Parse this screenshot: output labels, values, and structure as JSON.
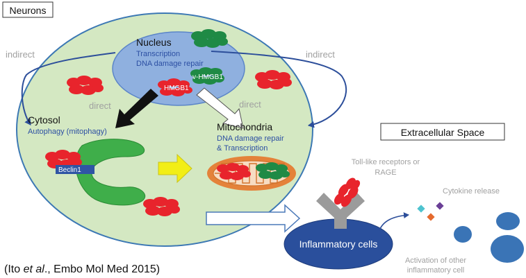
{
  "labels": {
    "neurons": "Neurons",
    "extracellular": "Extracellular Space",
    "nucleus": "Nucleus",
    "nucleus_line1": "Transcription",
    "nucleus_line2": "DNA damage repair",
    "indirect_left": "indirect",
    "indirect_right": "indirect",
    "direct_left": "direct",
    "direct_right": "direct",
    "hmgb1": "HMGB1",
    "v_hmgb1": "v-HMGB1",
    "cytosol": "Cytosol",
    "cytosol_sub": "Autophagy (mitophagy)",
    "beclin": "Beclin1",
    "mito": "Mitochondria",
    "mito_sub1": "DNA damage repair",
    "mito_sub2": "& Transcription",
    "tlr1": "Toll-like receptors or",
    "tlr2": "RAGE",
    "cytokine": "Cytokine release",
    "inflam": "Inflammatory cells",
    "activation1": "Activation of other",
    "activation2": "inflammatory cell",
    "cite_pre": "(Ito ",
    "cite_em": "et al",
    "cite_post": "., Embo Mol Med 2015)"
  },
  "colors": {
    "cell_fill": "#d4e8c2",
    "nucleus_fill": "#8fb0df",
    "hmgb1_red": "#e8242c",
    "vhmgb1_green": "#1f8a45",
    "autophagy_green": "#3fae4a",
    "beclin_blue": "#2f55a4",
    "arrow_yellow": "#f2ee16",
    "mito_orange": "#e4823a",
    "inflam_blue": "#2a4f9c",
    "indirect_arrow": "#2c4e9a",
    "label_blue": "#2c4fa3",
    "grey_text": "#a0a0a0"
  }
}
